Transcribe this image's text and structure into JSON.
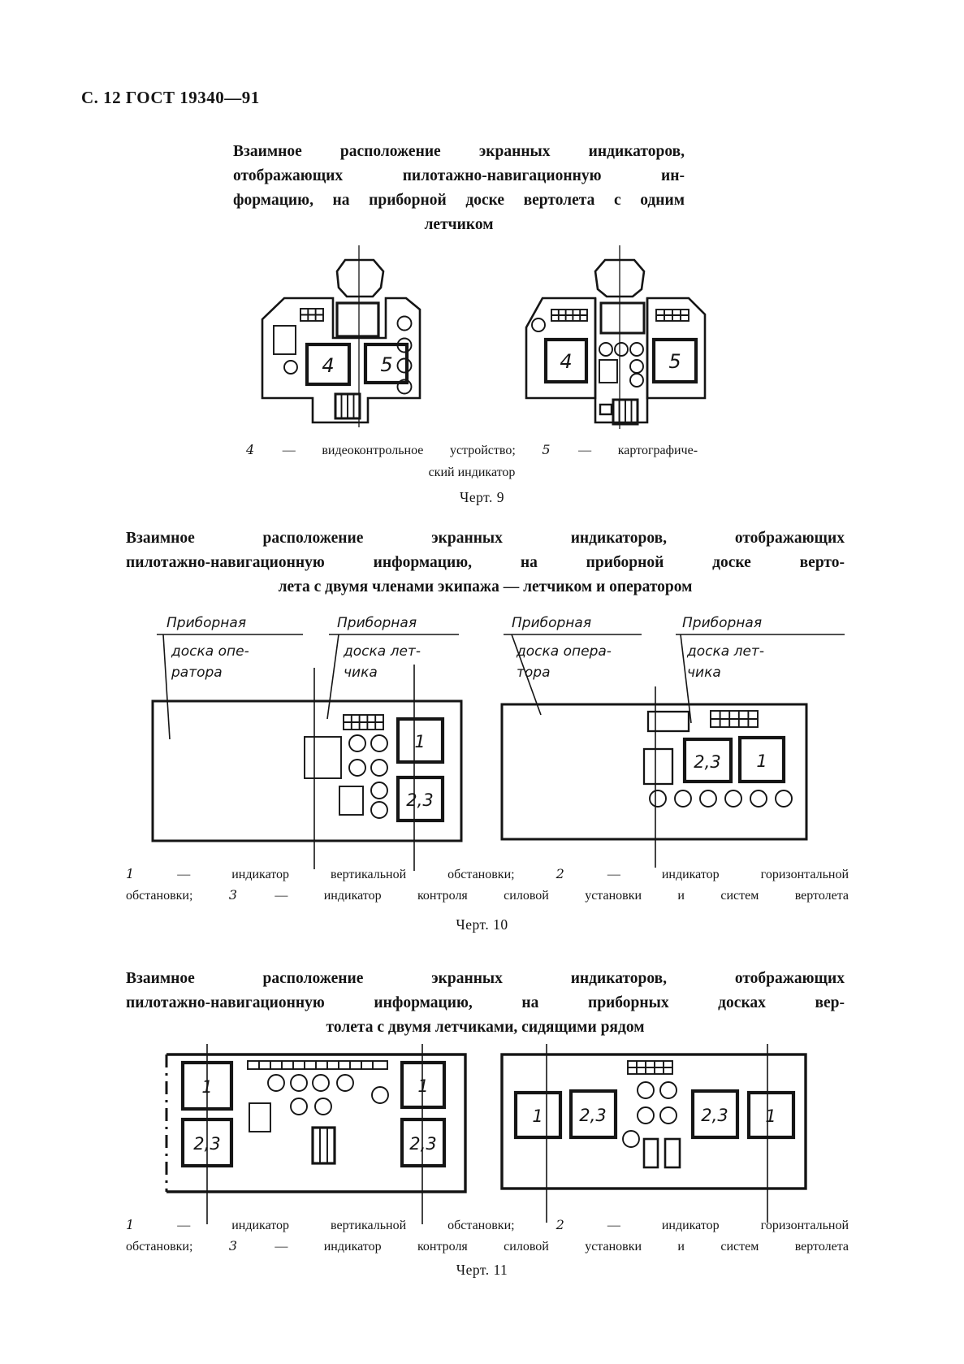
{
  "header": {
    "text": "С. 12 ГОСТ 19340—91"
  },
  "s9": {
    "title": [
      "Взаимное расположение экранных индикаторов,",
      "отображающих пилотажно-навигационную ин-",
      "формацию, на приборной доске вертолета с одним",
      "летчиком"
    ],
    "marks": {
      "m4": "4",
      "m5": "5"
    },
    "cap": {
      "n4": "4",
      "t4": "— видеоконтрольное устройство;",
      "n5": "5",
      "t5": "— картографиче-",
      "cont": "ский индикатор"
    },
    "fig": "Черт. 9"
  },
  "s10": {
    "title": [
      "Взаимное расположение экранных индикаторов, отображающих",
      "пилотажно-навигационную информацию, на приборной доске верто-",
      "лета с двумя членами экипажа — летчиком и оператором"
    ],
    "hw": {
      "a1": "Приборная",
      "a2": "доска опе-",
      "a3": "ратора",
      "b1": "Приборная",
      "b2": "доска лет-",
      "b3": "чика",
      "c1": "Приборная",
      "c2": "доска опера-",
      "c3": "тора",
      "d1": "Приборная",
      "d2": "доска лет-",
      "d3": "чика"
    },
    "marks": {
      "m1": "1",
      "m23": "2,3"
    },
    "cap": {
      "n1": "1",
      "t1": "— индикатор вертикальной обстановки;",
      "n2": "2",
      "t2": "— индикатор горизонтальной",
      "p2": "обстановки;",
      "n3": "3",
      "t3": "— индикатор контроля силовой установки и систем вертолета"
    },
    "fig": "Черт. 10"
  },
  "s11": {
    "title": [
      "Взаимное расположение экранных индикаторов, отображающих",
      "пилотажно-навигационную информацию, на приборных досках вер-",
      "толета с двумя летчиками, сидящими рядом"
    ],
    "marks": {
      "m1": "1",
      "m23": "2,3"
    },
    "cap": {
      "n1": "1",
      "t1": "— индикатор вертикальной обстановки;",
      "n2": "2",
      "t2": "— индикатор горизонтальной",
      "p2": "обстановки;",
      "n3": "3",
      "t3": "— индикатор контроля силовой установки и систем вертолета"
    },
    "fig": "Черт. 11"
  }
}
